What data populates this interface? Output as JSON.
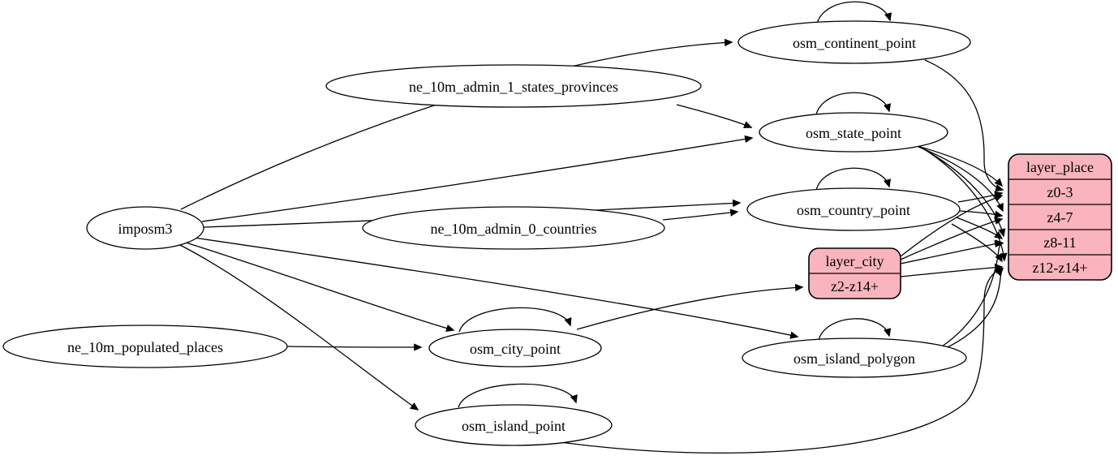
{
  "diagram": {
    "kind": "etl-dependency-graph",
    "colors": {
      "background": "#ffffff",
      "ellipse_fill": "#ffffff",
      "record_fill": "#FAB4BD",
      "stroke": "#000000"
    },
    "nodes": {
      "imposm3": {
        "type": "ellipse",
        "label": "imposm3"
      },
      "ne_10m_admin_1_states_provinces": {
        "type": "ellipse",
        "label": "ne_10m_admin_1_states_provinces"
      },
      "ne_10m_admin_0_countries": {
        "type": "ellipse",
        "label": "ne_10m_admin_0_countries"
      },
      "ne_10m_populated_places": {
        "type": "ellipse",
        "label": "ne_10m_populated_places"
      },
      "osm_continent_point": {
        "type": "ellipse",
        "label": "osm_continent_point"
      },
      "osm_state_point": {
        "type": "ellipse",
        "label": "osm_state_point"
      },
      "osm_country_point": {
        "type": "ellipse",
        "label": "osm_country_point"
      },
      "osm_city_point": {
        "type": "ellipse",
        "label": "osm_city_point"
      },
      "osm_island_polygon": {
        "type": "ellipse",
        "label": "osm_island_polygon"
      },
      "osm_island_point": {
        "type": "ellipse",
        "label": "osm_island_point"
      },
      "layer_city": {
        "type": "record",
        "title": "layer_city",
        "rows": [
          "z2-z14+"
        ]
      },
      "layer_place": {
        "type": "record",
        "title": "layer_place",
        "rows": [
          "z0-3",
          "z4-7",
          "z8-11",
          "z12-z14+"
        ]
      }
    },
    "edges": [
      {
        "from": "imposm3",
        "to": "osm_continent_point"
      },
      {
        "from": "imposm3",
        "to": "osm_state_point"
      },
      {
        "from": "imposm3",
        "to": "osm_country_point"
      },
      {
        "from": "imposm3",
        "to": "osm_city_point"
      },
      {
        "from": "imposm3",
        "to": "osm_island_polygon"
      },
      {
        "from": "imposm3",
        "to": "osm_island_point"
      },
      {
        "from": "ne_10m_admin_1_states_provinces",
        "to": "osm_state_point"
      },
      {
        "from": "ne_10m_admin_0_countries",
        "to": "osm_country_point"
      },
      {
        "from": "ne_10m_populated_places",
        "to": "osm_city_point"
      },
      {
        "from": "osm_continent_point",
        "to": "osm_continent_point"
      },
      {
        "from": "osm_state_point",
        "to": "osm_state_point"
      },
      {
        "from": "osm_country_point",
        "to": "osm_country_point"
      },
      {
        "from": "osm_city_point",
        "to": "osm_city_point"
      },
      {
        "from": "osm_island_polygon",
        "to": "osm_island_polygon"
      },
      {
        "from": "osm_island_point",
        "to": "osm_island_point"
      },
      {
        "from": "osm_continent_point",
        "to": "layer_place",
        "port": "z0-3"
      },
      {
        "from": "osm_state_point",
        "to": "layer_place",
        "port": "z0-3"
      },
      {
        "from": "osm_state_point",
        "to": "layer_place",
        "port": "z4-7"
      },
      {
        "from": "osm_state_point",
        "to": "layer_place",
        "port": "z8-11"
      },
      {
        "from": "osm_state_point",
        "to": "layer_place",
        "port": "z12-z14+"
      },
      {
        "from": "osm_country_point",
        "to": "layer_place",
        "port": "z0-3"
      },
      {
        "from": "osm_country_point",
        "to": "layer_place",
        "port": "z4-7"
      },
      {
        "from": "osm_country_point",
        "to": "layer_place",
        "port": "z8-11"
      },
      {
        "from": "osm_country_point",
        "to": "layer_place",
        "port": "z12-z14+"
      },
      {
        "from": "osm_city_point",
        "to": "layer_city",
        "port": "z2-z14+"
      },
      {
        "from": "layer_city",
        "to": "layer_place",
        "port": "z0-3"
      },
      {
        "from": "layer_city",
        "to": "layer_place",
        "port": "z4-7"
      },
      {
        "from": "layer_city",
        "to": "layer_place",
        "port": "z8-11"
      },
      {
        "from": "layer_city",
        "to": "layer_place",
        "port": "z12-z14+"
      },
      {
        "from": "osm_island_polygon",
        "to": "layer_place",
        "port": "z8-11"
      },
      {
        "from": "osm_island_polygon",
        "to": "layer_place",
        "port": "z12-z14+"
      },
      {
        "from": "osm_island_point",
        "to": "layer_place",
        "port": "z12-z14+"
      }
    ]
  }
}
